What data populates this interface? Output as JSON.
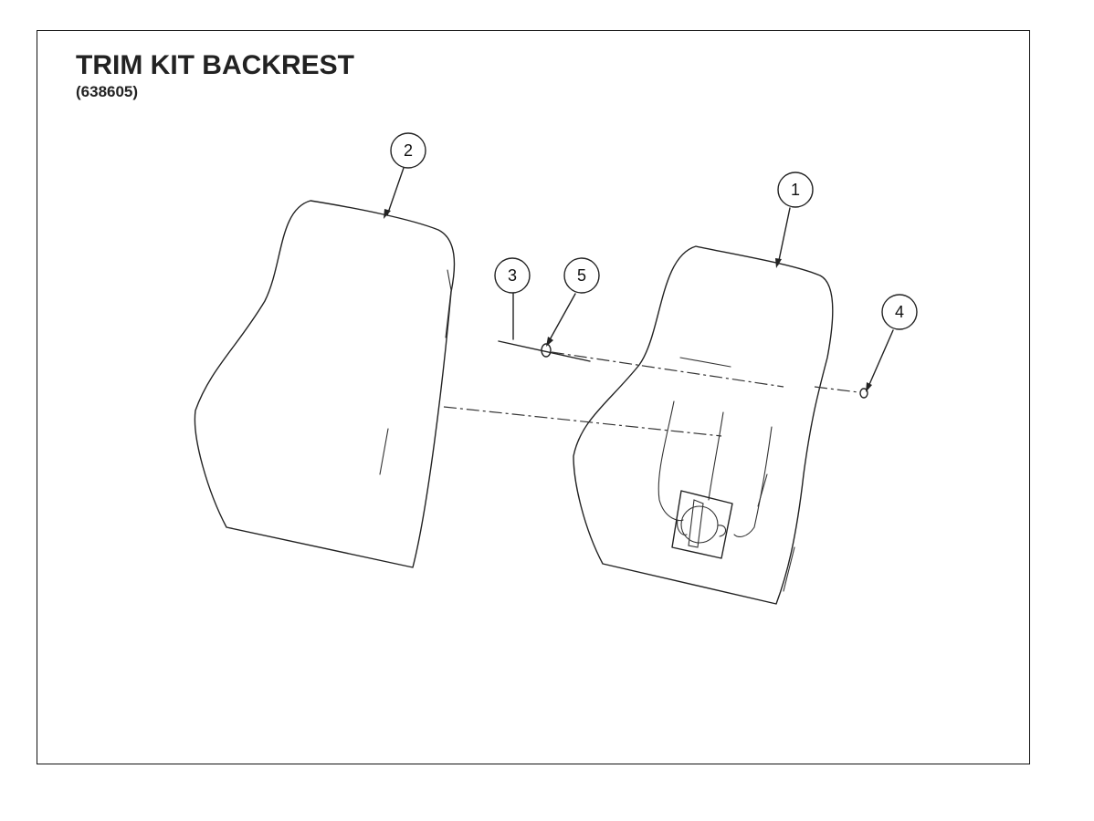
{
  "title": "TRIM KIT BACKREST",
  "part_number": "(638605)",
  "callouts": [
    {
      "id": "1",
      "label": "1"
    },
    {
      "id": "2",
      "label": "2"
    },
    {
      "id": "3",
      "label": "3"
    },
    {
      "id": "4",
      "label": "4"
    },
    {
      "id": "5",
      "label": "5"
    }
  ],
  "colors": {
    "line": "#222222",
    "background": "#ffffff"
  }
}
